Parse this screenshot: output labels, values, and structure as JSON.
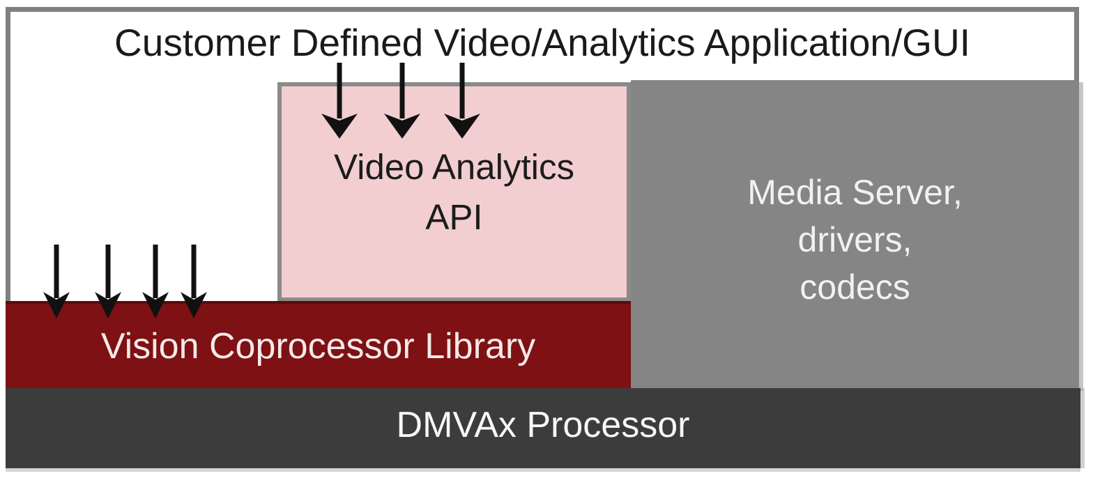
{
  "diagram": {
    "title": "Customer Defined Video/Analytics Application/GUI",
    "video_analytics_api": {
      "line1": "Video Analytics",
      "line2": "API"
    },
    "media_server": {
      "line1": "Media Server,",
      "line2": "drivers,",
      "line3": "codecs"
    },
    "vision_library": {
      "label": "Vision Coprocessor Library"
    },
    "processor": {
      "label": "DMVAx Processor"
    }
  },
  "colors": {
    "outer_border": "#808080",
    "pink_fill": "#f2ced1",
    "pink_border": "#8a8a8a",
    "media_gray": "#858585",
    "maroon": "#7d1113",
    "dark_gray": "#3c3c3c",
    "title_text": "#1a1a1a",
    "light_text": "#f1f1f1",
    "vision_text": "#f6e9e9",
    "arrow_black": "#111111"
  }
}
